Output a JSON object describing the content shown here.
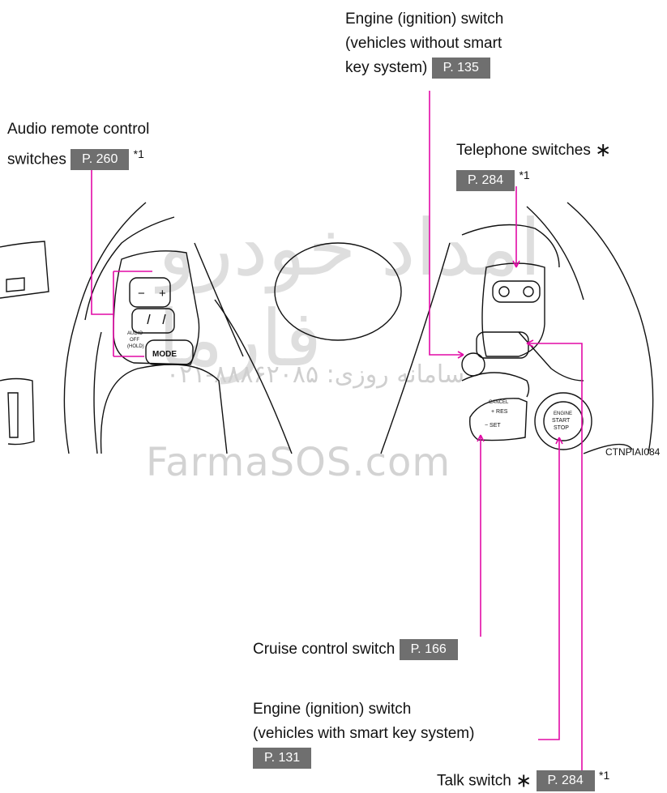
{
  "watermark": {
    "persian_name": "امداد خودرو فارما",
    "phone_line": "۰۲۱-۸۸۸۶۲۰۸۵ :سامانه روزی",
    "site": "FarmaSOS.com"
  },
  "figure_code": "CTNPIAI084",
  "labels": {
    "audio": {
      "line1": "Audio remote control",
      "line2": "switches",
      "page": "P. 260",
      "note": "*1"
    },
    "engine_no_key": {
      "line1": "Engine (ignition) switch",
      "line2": "(vehicles without smart",
      "line3": "key system)",
      "page": "P. 135"
    },
    "telephone": {
      "line1": "Telephone switches",
      "star": "∗",
      "page": "P. 284",
      "note": "*1"
    },
    "cruise": {
      "line1": "Cruise control switch",
      "page": "P. 166"
    },
    "engine_key": {
      "line1": "Engine (ignition) switch",
      "line2": "(vehicles with smart key system)",
      "page": "P. 131"
    },
    "talk": {
      "line1": "Talk switch",
      "star": "∗",
      "page": "P. 284",
      "note": "*1"
    }
  },
  "controls": {
    "vol_minus": "−",
    "vol_plus": "+",
    "mode": "MODE",
    "audio_side": "AUDIO",
    "audio_off": "OFF",
    "audio_hold": "(HOLD)",
    "cancel": "CANCEL",
    "res": "+ RES",
    "set": "− SET",
    "engine": "ENGINE",
    "start": "START",
    "stop": "STOP"
  },
  "colors": {
    "leader": "#e20aa6",
    "ref_bg": "#6f6f6f"
  }
}
